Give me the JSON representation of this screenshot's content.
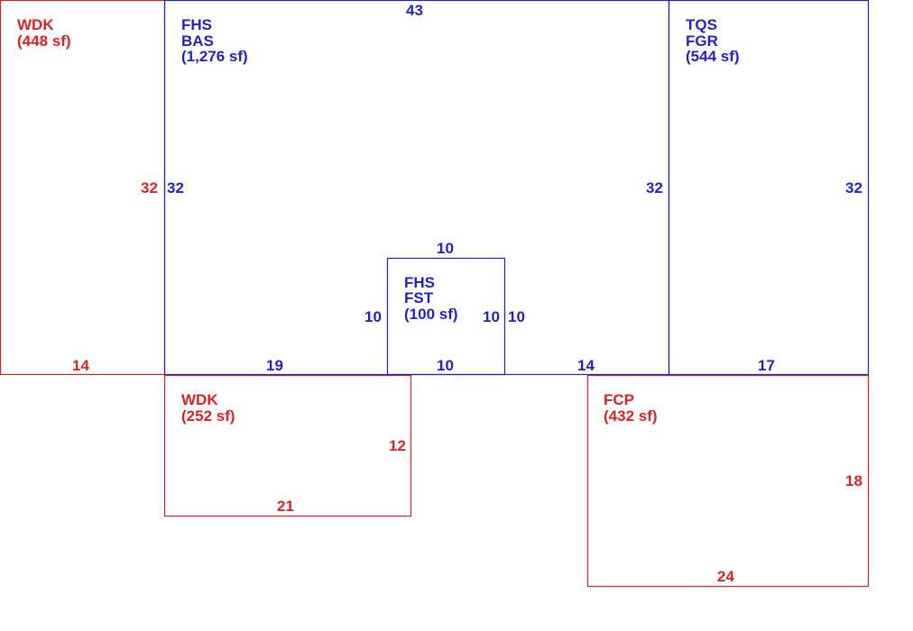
{
  "colors": {
    "red": "#dd2222",
    "blue": "#2222cc"
  },
  "areas": {
    "wdk_left": {
      "code": "WDK",
      "area": "(448 sf)",
      "dims": {
        "side_right": "32",
        "bottom": "14"
      }
    },
    "fhs_bas": {
      "code1": "FHS",
      "code2": "BAS",
      "area": "(1,276 sf)",
      "dims": {
        "top": "43",
        "left": "32",
        "right": "32",
        "bottom_left": "19",
        "bottom_right": "14"
      }
    },
    "tqs_fgr": {
      "code1": "TQS",
      "code2": "FGR",
      "area": "(544 sf)",
      "dims": {
        "right": "32",
        "bottom": "17"
      }
    },
    "fhs_fst": {
      "code1": "FHS",
      "code2": "FST",
      "area": "(100 sf)",
      "dims": {
        "top": "10",
        "left": "10",
        "right_inner": "10",
        "right_outer": "10",
        "bottom": "10"
      }
    },
    "wdk_bottom": {
      "code": "WDK",
      "area": "(252 sf)",
      "dims": {
        "right": "12",
        "bottom": "21"
      }
    },
    "fcp": {
      "code": "FCP",
      "area": "(432 sf)",
      "dims": {
        "right": "18",
        "bottom": "24"
      }
    }
  }
}
